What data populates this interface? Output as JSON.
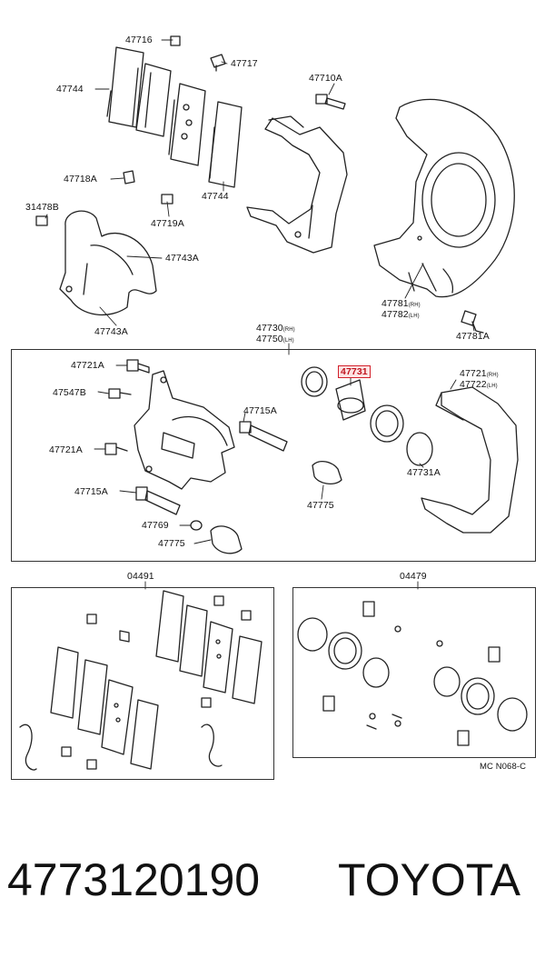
{
  "labels": {
    "p47716": "47716",
    "p47717": "47717",
    "p47744_a": "47744",
    "p47744_b": "47744",
    "p47710A": "47710A",
    "p47718A": "47718A",
    "p47719A": "47719A",
    "p31478B": "31478B",
    "p47743A_a": "47743A",
    "p47743A_b": "47743A",
    "p47781_rh": "47781",
    "p47782_lh": "47782",
    "p47781A": "47781A",
    "p47730_rh": "47730",
    "p47750_lh": "47750",
    "p47721A_a": "47721A",
    "p47547B": "47547B",
    "p47721A_b": "47721A",
    "p47715A_a": "47715A",
    "p47715A_b": "47715A",
    "p47769": "47769",
    "p47775_a": "47775",
    "p47775_b": "47775",
    "p47731_hl": "47731",
    "p47721_rh": "47721",
    "p47722_lh": "47722",
    "p47731A": "47731A",
    "kit04491": "04491",
    "kit04479": "04479"
  },
  "side_tags": {
    "rh": "(RH)",
    "lh": "(LH)"
  },
  "diagram_code": "MC N068-C",
  "footer": {
    "part_number": "4773120190",
    "brand": "TOYOTA"
  },
  "highlight_color": "#d21f2a"
}
